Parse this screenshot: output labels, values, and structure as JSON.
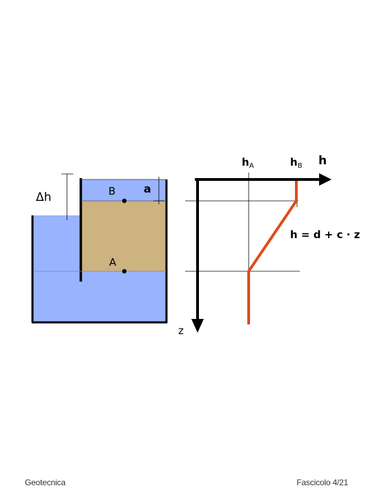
{
  "diagram": {
    "labels": {
      "delta_h": "Δh",
      "point_b": "B",
      "point_a": "A",
      "dim_a": "a",
      "axis_z": "z",
      "axis_h": "h",
      "h_a_main": "h",
      "h_a_sub": "A",
      "h_b_main": "h",
      "h_b_sub": "B",
      "formula": "h = d + c · z"
    },
    "colors": {
      "water": "#99b3ff",
      "soil": "#ccb380",
      "head_line": "#e04a1c",
      "walls": "#000000"
    }
  },
  "footer": {
    "left": "Geotecnica",
    "right": "Fascicolo 4/21"
  }
}
